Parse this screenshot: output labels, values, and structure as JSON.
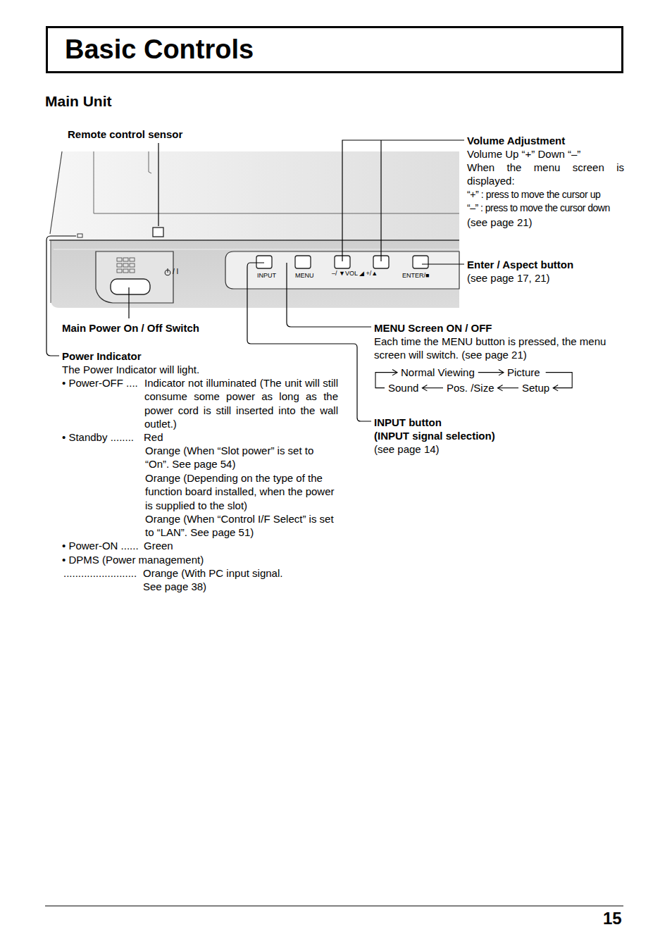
{
  "diagram": {
    "title": "Basic Controls",
    "nodes": [
      {
        "text": [
          "Normal Viewing"
        ]
      },
      {
        "text": [
          "Picture"
        ]
      },
      {
        "text": [
          "Setup"
        ]
      },
      {
        "text": [
          "Pos. /Size"
        ]
      },
      {
        "text": [
          "Sound"
        ]
      }
    ],
    "edges": [
      {
        "from": 0,
        "to": 1,
        "arrow": "to"
      },
      {
        "from": 1,
        "to": 2,
        "arrow": "to"
      },
      {
        "from": 2,
        "to": 3,
        "arrow": "to"
      },
      {
        "from": 3,
        "to": 4,
        "arrow": "to"
      },
      {
        "from": 4,
        "to": 0,
        "arrow": "to"
      }
    ],
    "labels": [
      "Main Unit",
      "Remote control sensor",
      "Volume Adjustment",
      "Volume Up “+” Down “–”",
      "When the menu screen is displayed:",
      "“+” : press to move the cursor up",
      "“–” : press to move the cursor down",
      "(see page 21)",
      "INPUT",
      "MENU",
      "–/ ▼VOL ◢ +/▲",
      "ENTER/■",
      "/ I",
      "Enter / Aspect button",
      "(see page 17, 21)",
      "Main Power On / Off Switch",
      "MENU Screen ON / OFF",
      "Each time the MENU button is pressed, the menu screen will switch. (see page 21)",
      "Power Indicator",
      "The Power Indicator will light.",
      "• Power-OFF ....",
      "Indicator not illuminated (The unit will still consume some power as long as the power cord is still inserted into the wall outlet.)",
      "• Standby ........",
      "Red",
      "Orange (When “Slot power” is set to “On”. See page 54)",
      "Orange (Depending on the type of the function board installed, when the power is supplied to the slot)",
      "Orange (When “Control I/F Select” is set to “LAN”. See page 51)",
      "• Power-ON ......",
      "Green",
      "• DPMS (Power management)",
      ".........................",
      "Orange (With PC input signal. See page 38)",
      "INPUT button",
      "(INPUT signal selection)",
      "(see page 14)",
      "15"
    ]
  }
}
